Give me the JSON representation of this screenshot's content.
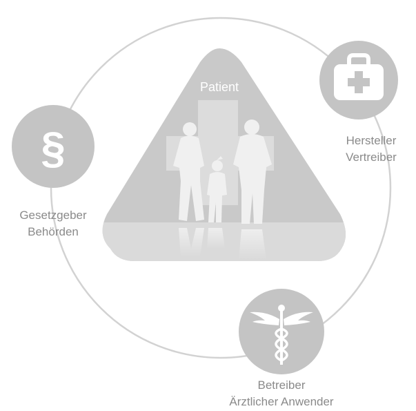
{
  "center": {
    "label": "Patient"
  },
  "nodes": [
    {
      "id": "manufacturer",
      "icon": "first-aid-kit-icon",
      "lines": [
        "Hersteller",
        "Vertreiber"
      ]
    },
    {
      "id": "legislator",
      "icon": "paragraph-icon",
      "lines": [
        "Gesetzgeber",
        "Behörden"
      ]
    },
    {
      "id": "operator",
      "icon": "caduceus-icon",
      "lines": [
        "Betreiber",
        "Ärztlicher Anwender"
      ]
    }
  ],
  "colors": {
    "ring": "#d2d2d2",
    "node_fill": "#c4c4c4",
    "triangle_fill": "#c9c9c9",
    "triangle_floor": "#dadada",
    "text": "#8a8a8a",
    "silhouette": "#f0f0f0"
  }
}
